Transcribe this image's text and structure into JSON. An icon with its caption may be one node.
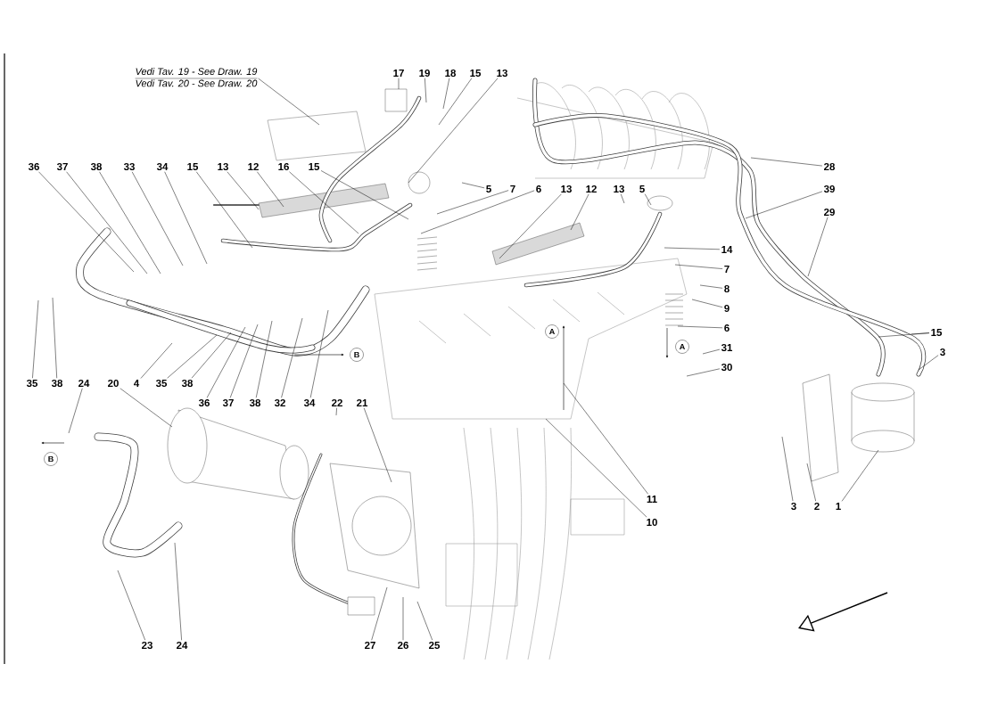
{
  "diagram": {
    "nodes": [
      {
        "text": [
          "Vedi Tav. 19 - See Draw. 19",
          "Vedi Tav. 20 - See Draw. 20"
        ]
      },
      {
        "text": [
          "17"
        ]
      },
      {
        "text": [
          "19"
        ]
      },
      {
        "text": [
          "18"
        ]
      },
      {
        "text": [
          "15"
        ]
      },
      {
        "text": [
          "13"
        ]
      },
      {
        "text": [
          "28"
        ]
      },
      {
        "text": [
          "36"
        ]
      },
      {
        "text": [
          "37"
        ]
      },
      {
        "text": [
          "38"
        ]
      },
      {
        "text": [
          "33"
        ]
      },
      {
        "text": [
          "34"
        ]
      },
      {
        "text": [
          "15"
        ]
      },
      {
        "text": [
          "13"
        ]
      },
      {
        "text": [
          "12"
        ]
      },
      {
        "text": [
          "16"
        ]
      },
      {
        "text": [
          "15"
        ]
      },
      {
        "text": [
          "5"
        ]
      },
      {
        "text": [
          "7"
        ]
      },
      {
        "text": [
          "6"
        ]
      },
      {
        "text": [
          "13"
        ]
      },
      {
        "text": [
          "12"
        ]
      },
      {
        "text": [
          "13"
        ]
      },
      {
        "text": [
          "5"
        ]
      },
      {
        "text": [
          "39"
        ]
      },
      {
        "text": [
          "29"
        ]
      },
      {
        "text": [
          "14"
        ]
      },
      {
        "text": [
          "7"
        ]
      },
      {
        "text": [
          "8"
        ]
      },
      {
        "text": [
          "9"
        ]
      },
      {
        "text": [
          "6"
        ]
      },
      {
        "text": [
          "31"
        ]
      },
      {
        "text": [
          "30"
        ]
      },
      {
        "text": [
          "15"
        ]
      },
      {
        "text": [
          "3"
        ]
      },
      {
        "text": [
          "35"
        ]
      },
      {
        "text": [
          "38"
        ]
      },
      {
        "text": [
          "24"
        ]
      },
      {
        "text": [
          "20"
        ]
      },
      {
        "text": [
          "4"
        ]
      },
      {
        "text": [
          "35"
        ]
      },
      {
        "text": [
          "38"
        ]
      },
      {
        "text": [
          "36"
        ]
      },
      {
        "text": [
          "37"
        ]
      },
      {
        "text": [
          "38"
        ]
      },
      {
        "text": [
          "32"
        ]
      },
      {
        "text": [
          "34"
        ]
      },
      {
        "text": [
          "22"
        ]
      },
      {
        "text": [
          "21"
        ]
      },
      {
        "text": [
          "3"
        ]
      },
      {
        "text": [
          "2"
        ]
      },
      {
        "text": [
          "1"
        ]
      },
      {
        "text": [
          "11"
        ]
      },
      {
        "text": [
          "10"
        ]
      },
      {
        "text": [
          "23"
        ]
      },
      {
        "text": [
          "24"
        ]
      },
      {
        "text": [
          "27"
        ]
      },
      {
        "text": [
          "26"
        ]
      },
      {
        "text": [
          "25"
        ]
      }
    ],
    "edges": [
      {
        "from": 0,
        "to": null,
        "arrow": "none"
      },
      {
        "from": 1,
        "to": null,
        "arrow": "none"
      },
      {
        "from": 2,
        "to": null,
        "arrow": "none"
      },
      {
        "from": 3,
        "to": null,
        "arrow": "none"
      },
      {
        "from": 4,
        "to": null,
        "arrow": "none"
      },
      {
        "from": 5,
        "to": null,
        "arrow": "none"
      },
      {
        "from": 6,
        "to": null,
        "arrow": "none"
      },
      {
        "from": 7,
        "to": null,
        "arrow": "none"
      },
      {
        "from": 8,
        "to": null,
        "arrow": "none"
      },
      {
        "from": 9,
        "to": null,
        "arrow": "none"
      },
      {
        "from": 10,
        "to": null,
        "arrow": "none"
      },
      {
        "from": 11,
        "to": null,
        "arrow": "none"
      },
      {
        "from": 12,
        "to": null,
        "arrow": "none"
      },
      {
        "from": 13,
        "to": null,
        "arrow": "none"
      },
      {
        "from": 14,
        "to": null,
        "arrow": "none"
      },
      {
        "from": 15,
        "to": null,
        "arrow": "none"
      },
      {
        "from": 16,
        "to": null,
        "arrow": "none"
      },
      {
        "from": 17,
        "to": null,
        "arrow": "none"
      },
      {
        "from": 18,
        "to": null,
        "arrow": "none"
      },
      {
        "from": 19,
        "to": null,
        "arrow": "none"
      },
      {
        "from": 20,
        "to": null,
        "arrow": "none"
      },
      {
        "from": 21,
        "to": null,
        "arrow": "none"
      },
      {
        "from": 22,
        "to": null,
        "arrow": "none"
      },
      {
        "from": 23,
        "to": null,
        "arrow": "none"
      },
      {
        "from": 24,
        "to": null,
        "arrow": "none"
      },
      {
        "from": 25,
        "to": null,
        "arrow": "none"
      },
      {
        "from": 26,
        "to": null,
        "arrow": "none"
      },
      {
        "from": 27,
        "to": null,
        "arrow": "none"
      },
      {
        "from": 28,
        "to": null,
        "arrow": "none"
      },
      {
        "from": 29,
        "to": null,
        "arrow": "none"
      },
      {
        "from": 30,
        "to": null,
        "arrow": "none"
      },
      {
        "from": 31,
        "to": null,
        "arrow": "none"
      },
      {
        "from": 32,
        "to": null,
        "arrow": "none"
      },
      {
        "from": 33,
        "to": null,
        "arrow": "none"
      },
      {
        "from": 33,
        "to": null,
        "arrow": "none"
      },
      {
        "from": 34,
        "to": null,
        "arrow": "none"
      },
      {
        "from": 35,
        "to": null,
        "arrow": "none"
      },
      {
        "from": 36,
        "to": null,
        "arrow": "none"
      },
      {
        "from": 37,
        "to": null,
        "arrow": "none"
      },
      {
        "from": 38,
        "to": null,
        "arrow": "none"
      },
      {
        "from": 39,
        "to": null,
        "arrow": "none"
      },
      {
        "from": 40,
        "to": null,
        "arrow": "none"
      },
      {
        "from": 41,
        "to": null,
        "arrow": "none"
      },
      {
        "from": 42,
        "to": null,
        "arrow": "none"
      },
      {
        "from": 43,
        "to": null,
        "arrow": "none"
      },
      {
        "from": 44,
        "to": null,
        "arrow": "none"
      },
      {
        "from": 45,
        "to": null,
        "arrow": "none"
      },
      {
        "from": 46,
        "to": null,
        "arrow": "none"
      },
      {
        "from": 47,
        "to": null,
        "arrow": "none"
      },
      {
        "from": 48,
        "to": null,
        "arrow": "none"
      },
      {
        "from": 49,
        "to": null,
        "arrow": "none"
      },
      {
        "from": 50,
        "to": null,
        "arrow": "none"
      },
      {
        "from": 51,
        "to": null,
        "arrow": "none"
      },
      {
        "from": 52,
        "to": null,
        "arrow": "none"
      },
      {
        "from": 53,
        "to": null,
        "arrow": "none"
      },
      {
        "from": 54,
        "to": null,
        "arrow": "none"
      },
      {
        "from": 55,
        "to": null,
        "arrow": "none"
      },
      {
        "from": 56,
        "to": null,
        "arrow": "none"
      },
      {
        "from": 57,
        "to": null,
        "arrow": "none"
      },
      {
        "from": 58,
        "to": null,
        "arrow": "none"
      }
    ],
    "labels": [
      "A",
      "A",
      "B",
      "B"
    ]
  }
}
